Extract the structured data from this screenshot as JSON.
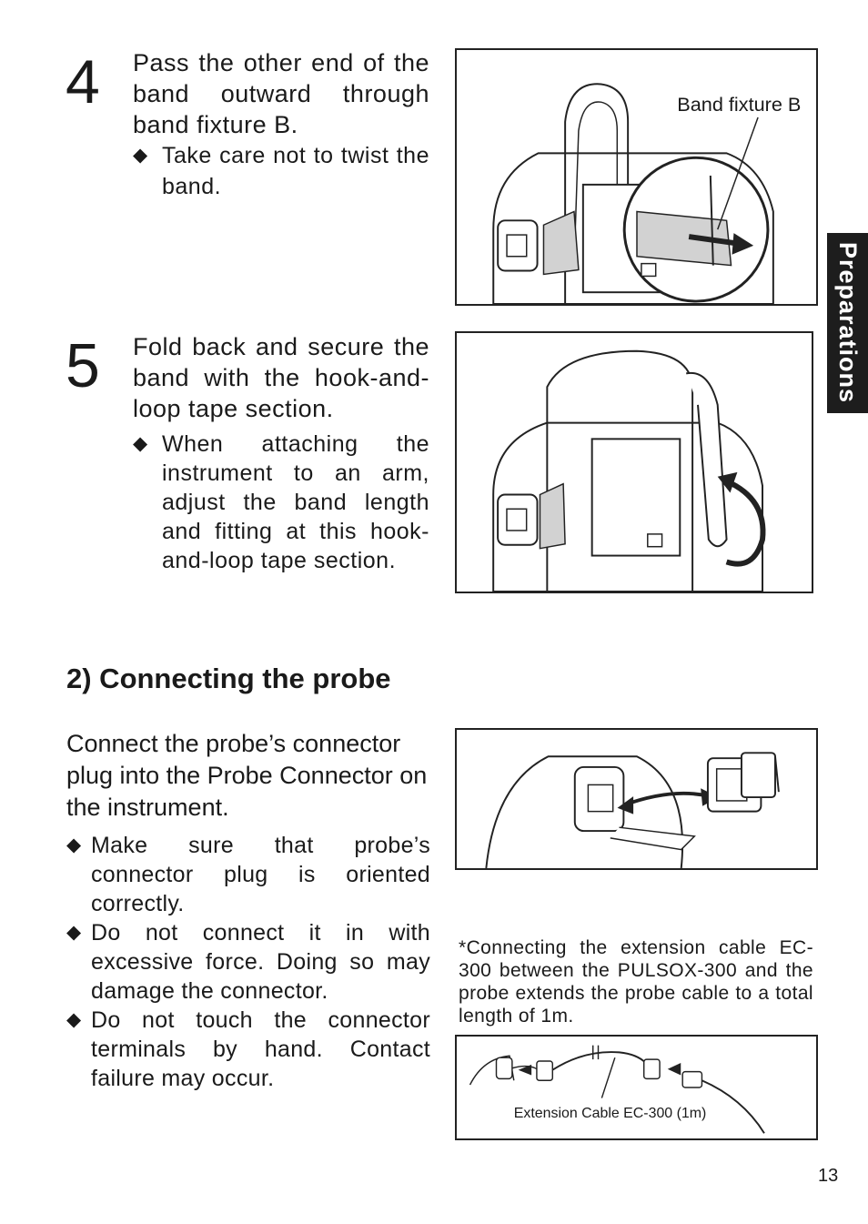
{
  "step4": {
    "number": "4",
    "text": "Pass the other end of the band outward through band fixture B.",
    "bullets": [
      "Take care not to twist the band."
    ],
    "figure_label": "Band fixture B"
  },
  "step5": {
    "number": "5",
    "text": "Fold back and secure the band with the hook-and-loop tape section.",
    "bullets": [
      "When attaching the instrument to an arm, adjust the band length and fitting at this hook-and-loop tape section."
    ]
  },
  "section": {
    "heading": "2) Connecting the probe",
    "intro": "Connect the probe’s connector plug into the Probe Connector on the instrument.",
    "bullets": [
      "Make sure that probe’s connector plug is oriented correctly.",
      "Do not connect it in with excessive force. Doing so may damage the connector.",
      "Do not touch the connector terminals by hand. Contact failure may occur."
    ],
    "extension_note": "*Connecting the extension cable EC-300 between the PULSOX-300 and the probe extends the probe cable to a total length of 1m.",
    "extension_label": "Extension Cable EC-300 (1m)"
  },
  "side_tab": "Preparations",
  "page_number": "13",
  "icons": {
    "bullet": "diamond-bullet-icon",
    "arrow": "arrow-icon"
  },
  "colors": {
    "tab_bg": "#1d1d1d",
    "band_fill": "#d2d2d2",
    "text": "#1a1a1a"
  }
}
